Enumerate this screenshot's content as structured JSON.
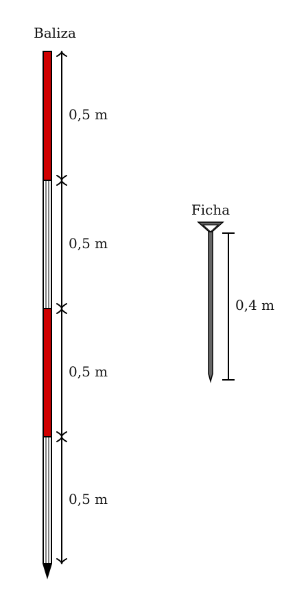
{
  "baliza": {
    "title": "Baliza",
    "segments": [
      {
        "color": "red",
        "label": "0,5 m"
      },
      {
        "color": "white",
        "label": "0,5 m"
      },
      {
        "color": "red",
        "label": "0,5 m"
      },
      {
        "color": "white",
        "label": "0,5 m"
      }
    ]
  },
  "ficha": {
    "title": "Ficha",
    "label": "0,4 m"
  },
  "colors": {
    "red": "#d00000",
    "white": "#ffffff",
    "stroke": "#000000",
    "steel": "#666666"
  }
}
